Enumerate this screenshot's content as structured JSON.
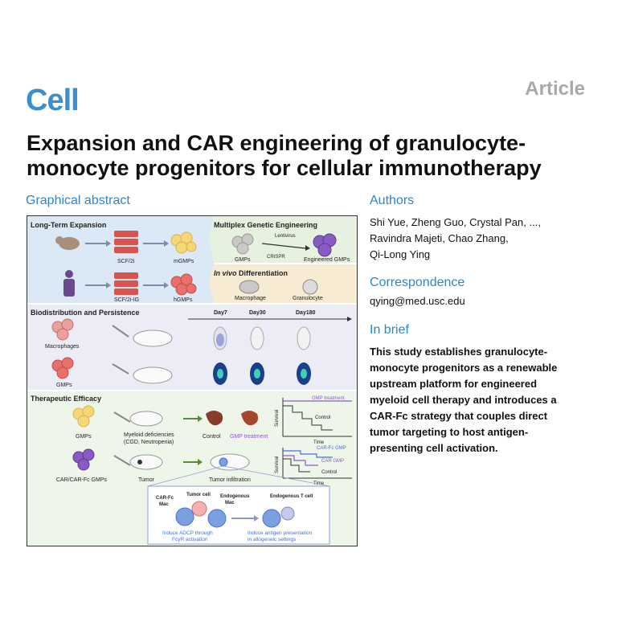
{
  "header": {
    "journal": "Cell",
    "article_type": "Article",
    "title": "Expansion and CAR engineering of granulocyte-monocyte progenitors for cellular immunotherapy"
  },
  "graphical_abstract": {
    "heading": "Graphical abstract",
    "panels": {
      "long_term": "Long-Term Expansion",
      "multiplex": "Multiplex Genetic Engineering",
      "in_vivo_italic": "In vivo",
      "in_vivo_rest": " Differentiation",
      "biodistribution": "Biodistribution and Persistence",
      "therapeutic": "Therapeutic Efficacy"
    },
    "labels": {
      "scf2i": "SCF/2i",
      "mgmps": "mGMPs",
      "scf2iig": "SCF/2i-IG",
      "hgmps": "hGMPs",
      "gmps": "GMPs",
      "lentivirus": "Lentivirus",
      "crispr": "CRISPR",
      "engineered": "Engineered GMPs",
      "macrophage": "Macrophage",
      "granulocyte": "Granulocyte",
      "day7": "Day7",
      "day30": "Day30",
      "day180": "Day180",
      "macrophages": "Macrophages",
      "gmps2": "GMPs",
      "gmps3": "GMPs",
      "myeloid1": "Myeloid deficiencies",
      "myeloid2": "(CGD, Neutropenia)",
      "control": "Control",
      "gmp_treatment": "GMP treatment",
      "survival": "Survival",
      "time": "Time",
      "gmp_treatment_graph": "GMP treatment",
      "control_graph": "Control",
      "car_gmps": "CAR/CAR-Fc GMPs",
      "tumor": "Tumor",
      "tumor_infiltration": "Tumor infiltration",
      "survival2": "Survival",
      "time2": "Time",
      "carfc_gmp": "CAR-Fc GMP",
      "car_gmp": "CAR GMP",
      "control2": "Control",
      "carfc_mac1": "CAR-Fc",
      "carfc_mac2": "Mac",
      "tumor_cell": "Tumor cell",
      "endo_mac1": "Endogenous",
      "endo_mac2": "Mac",
      "endo_t": "Endogenous T cell",
      "adcp1": "Induce ADCP through",
      "adcp2": "FcγR activation",
      "antigen1": "Induce antigen presentation",
      "antigen2": "in allogeneic settings"
    },
    "colors": {
      "blue_panel": "#dbe9f7",
      "green_panel": "#e6f2df",
      "orange_panel": "#f8ebd3",
      "bio_panel": "#e9e9f5",
      "ther_panel": "#eef6ea",
      "gmp_yellow": "#f5d77a",
      "human_red": "#e8706a",
      "purple": "#8a5bc4",
      "accent_blue": "#4a6fd8"
    }
  },
  "authors": {
    "heading": "Authors",
    "line1": "Shi Yue, Zheng Guo, Crystal Pan, ...,",
    "line2": "Ravindra Majeti, Chao Zhang,",
    "line3": "Qi-Long Ying"
  },
  "correspondence": {
    "heading": "Correspondence",
    "email": "qying@med.usc.edu"
  },
  "in_brief": {
    "heading": "In brief",
    "line1": "This study establishes granulocyte-",
    "line2": "monocyte progenitors as a renewable",
    "line3": "upstream platform for engineered",
    "line4": "myeloid cell therapy and introduces a",
    "line5": "CAR-Fc strategy that couples direct",
    "line6": "tumor targeting to host antigen-",
    "line7": "presenting cell activation."
  }
}
